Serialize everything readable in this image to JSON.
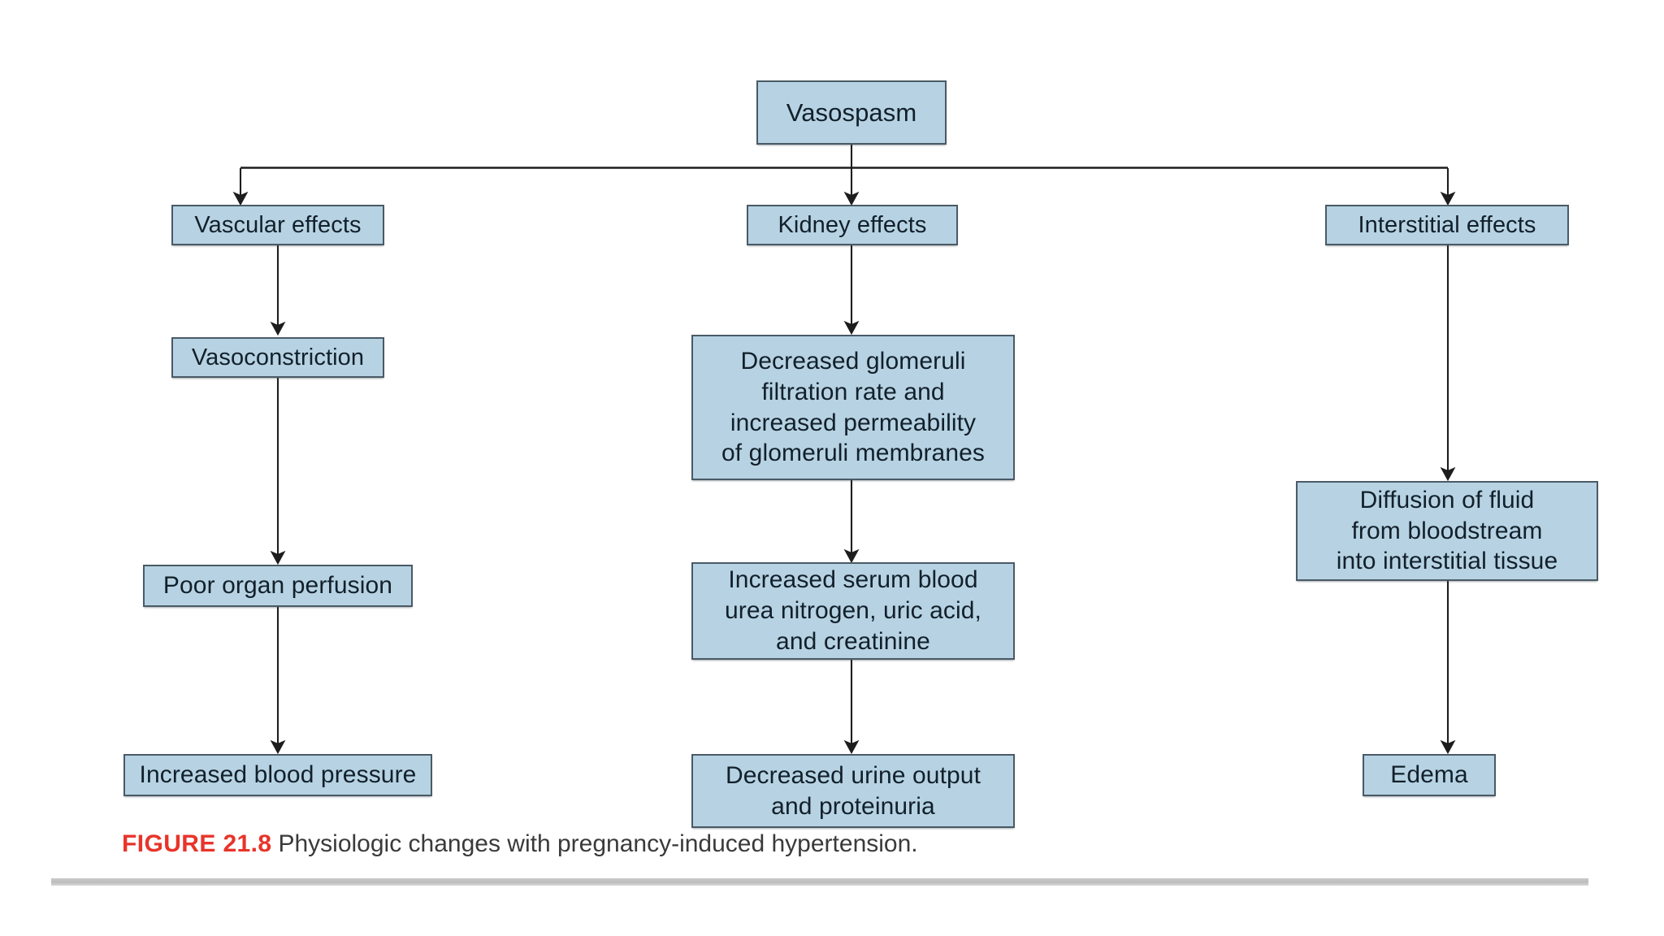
{
  "figure": {
    "label": "FIGURE 21.8",
    "caption": "Physiologic changes with pregnancy-induced hypertension.",
    "label_color": "#e8342a",
    "box_fill": "#b7d3e3",
    "box_border": "#4a5a66",
    "connector_color": "#1d1d1d",
    "rule_color": "#bdbdbd"
  },
  "chart_data": {
    "type": "diagram",
    "title": "Physiologic changes with pregnancy-induced hypertension",
    "layout": "top-down flowchart, one root branching into three vertical chains",
    "nodes": [
      {
        "id": "root",
        "label": "Vasospasm"
      },
      {
        "id": "vascular",
        "label": "Vascular effects"
      },
      {
        "id": "kidney",
        "label": "Kidney effects"
      },
      {
        "id": "interstitial",
        "label": "Interstitial effects"
      },
      {
        "id": "vasocon",
        "label": "Vasoconstriction"
      },
      {
        "id": "gfr",
        "label": "Decreased glomeruli\nfiltration rate and\nincreased permeability\nof glomeruli membranes"
      },
      {
        "id": "diffusion",
        "label": "Diffusion of fluid\nfrom bloodstream\ninto interstitial tissue"
      },
      {
        "id": "perfusion",
        "label": "Poor organ perfusion"
      },
      {
        "id": "bun",
        "label": "Increased serum blood\nurea nitrogen, uric acid,\nand creatinine"
      },
      {
        "id": "bp",
        "label": "Increased blood pressure"
      },
      {
        "id": "urine",
        "label": "Decreased urine output\nand proteinuria"
      },
      {
        "id": "edema",
        "label": "Edema"
      }
    ],
    "edges": [
      {
        "from": "root",
        "to": "vascular"
      },
      {
        "from": "root",
        "to": "kidney"
      },
      {
        "from": "root",
        "to": "interstitial"
      },
      {
        "from": "vascular",
        "to": "vasocon"
      },
      {
        "from": "vasocon",
        "to": "perfusion"
      },
      {
        "from": "perfusion",
        "to": "bp"
      },
      {
        "from": "kidney",
        "to": "gfr"
      },
      {
        "from": "gfr",
        "to": "bun"
      },
      {
        "from": "bun",
        "to": "urine"
      },
      {
        "from": "interstitial",
        "to": "diffusion"
      },
      {
        "from": "diffusion",
        "to": "edema"
      }
    ]
  },
  "nodes": {
    "root": "Vasospasm",
    "vascular": "Vascular effects",
    "kidney": "Kidney effects",
    "interstitial": "Interstitial effects",
    "vasoconstriction": "Vasoconstriction",
    "glomeruli": "Decreased glomeruli\nfiltration rate and\nincreased permeability\nof glomeruli membranes",
    "diffusion": "Diffusion of fluid\nfrom bloodstream\ninto interstitial tissue",
    "perfusion": "Poor organ perfusion",
    "serum": "Increased serum blood\nurea nitrogen, uric acid,\nand creatinine",
    "bloodpressure": "Increased blood pressure",
    "urine": "Decreased urine output\nand proteinuria",
    "edema": "Edema"
  }
}
